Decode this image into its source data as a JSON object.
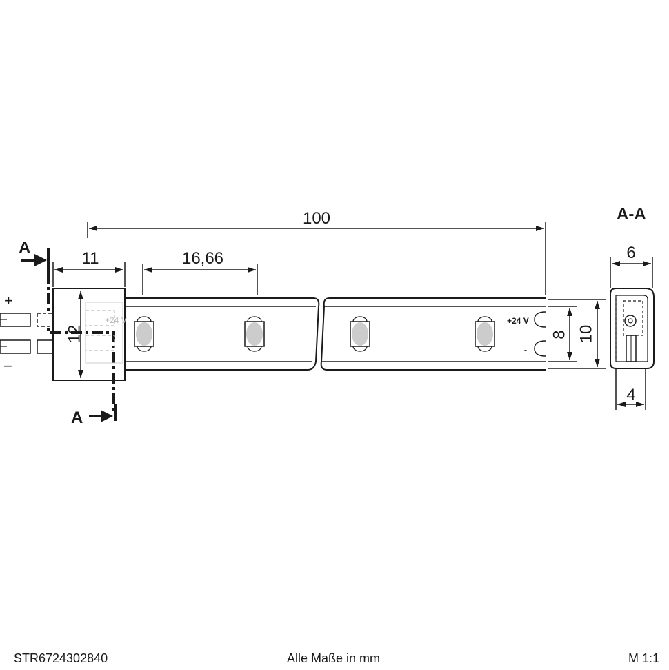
{
  "dimensions": {
    "total_length": "100",
    "end_cap_length": "11",
    "led_pitch": "16,66",
    "end_cap_height": "12",
    "strip_height_inner": "8",
    "strip_height_outer": "10",
    "section_width_top": "6",
    "section_width_bottom": "4"
  },
  "section": {
    "title": "A-A",
    "marker_top": "A",
    "marker_bottom": "A"
  },
  "labels": {
    "plus_sign": "+",
    "minus_sign": "−",
    "voltage_right": "+24 V",
    "voltage_cap": "+24 V",
    "minus_right": "-"
  },
  "footer": {
    "article_number": "STR6724302840",
    "units_note": "Alle Maße in mm",
    "scale": "M 1:1"
  }
}
